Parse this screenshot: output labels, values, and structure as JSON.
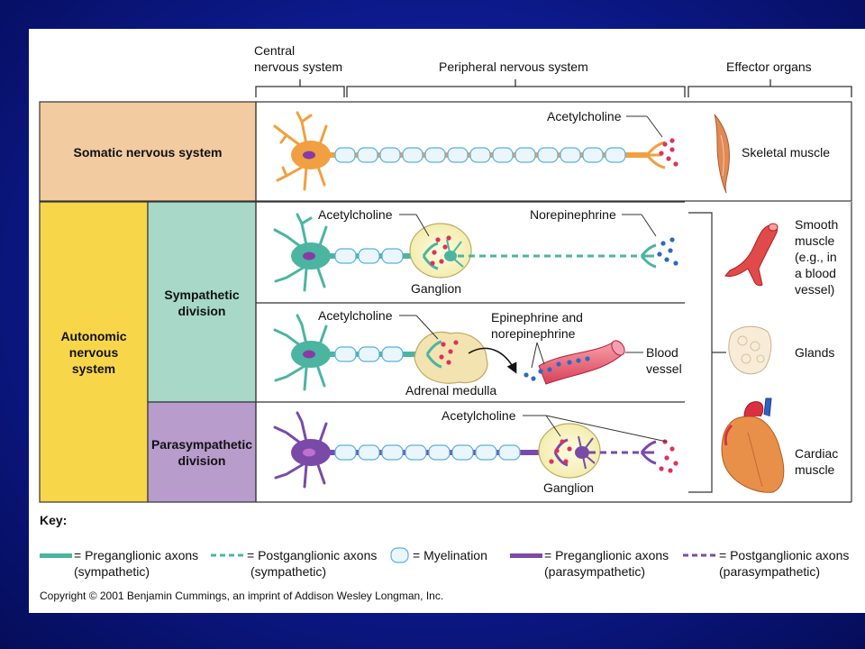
{
  "headers": {
    "cns_line1": "Central",
    "cns_line2": "nervous system",
    "pns": "Peripheral nervous system",
    "effectors": "Effector organs"
  },
  "divisions": {
    "somatic": "Somatic nervous system",
    "autonomic_1": "Autonomic",
    "autonomic_2": "nervous",
    "autonomic_3": "system",
    "sympathetic_1": "Sympathetic",
    "sympathetic_2": "division",
    "parasympathetic_1": "Parasympathetic",
    "parasympathetic_2": "division"
  },
  "labels": {
    "ach_somatic": "Acetylcholine",
    "ach_symp1": "Acetylcholine",
    "norepinephrine": "Norepinephrine",
    "ganglion_symp": "Ganglion",
    "ach_symp2": "Acetylcholine",
    "epi_1": "Epinephrine and",
    "epi_2": "norepinephrine",
    "blood_1": "Blood",
    "blood_2": "vessel",
    "adrenal": "Adrenal medulla",
    "ach_para": "Acetylcholine",
    "ganglion_para": "Ganglion"
  },
  "organs": {
    "skeletal": "Skeletal muscle",
    "smooth_1": "Smooth",
    "smooth_2": "muscle",
    "smooth_3": "(e.g., in",
    "smooth_4": "a blood",
    "smooth_5": "vessel)",
    "glands": "Glands",
    "cardiac_1": "Cardiac",
    "cardiac_2": "muscle"
  },
  "key": {
    "title": "Key:",
    "pre_symp_1": "= Preganglionic axons",
    "pre_symp_2": "(sympathetic)",
    "post_symp_1": "= Postganglionic axons",
    "post_symp_2": "(sympathetic)",
    "myelin": "= Myelination",
    "pre_para_1": "= Preganglionic axons",
    "pre_para_2": "(parasympathetic)",
    "post_para_1": "= Postganglionic axons",
    "post_para_2": "(parasympathetic)"
  },
  "copyright": "Copyright © 2001 Benjamin Cummings, an imprint of Addison Wesley Longman, Inc.",
  "colors": {
    "somatic_fill": "#f2cba0",
    "autonomic_fill": "#f7d64a",
    "sympathetic_fill": "#a7d8c8",
    "parasympathetic_fill": "#b79ccc",
    "somatic_neuron": "#f0a040",
    "symp_neuron": "#4bb5a0",
    "para_neuron": "#7a4aa8",
    "myelin": "#5ab0e0",
    "ach_dots": "#e0305a",
    "ne_dots": "#2a6ac0"
  }
}
